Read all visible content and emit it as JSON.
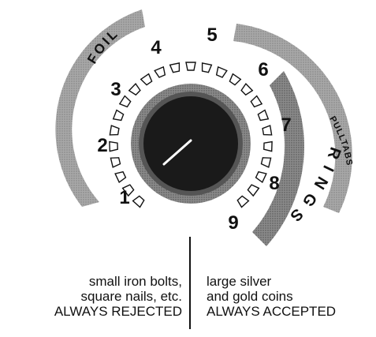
{
  "dial": {
    "numbers": [
      "1",
      "2",
      "3",
      "4",
      "5",
      "6",
      "7",
      "8",
      "9"
    ],
    "bands": {
      "foil": "FOIL",
      "rings": "RINGS",
      "pulltabs": "PULLTABS"
    }
  },
  "captions": {
    "left": {
      "line1": "small iron bolts,",
      "line2": "square nails, etc.",
      "line3": "ALWAYS REJECTED"
    },
    "right": {
      "line1": "large silver",
      "line2": "and gold coins",
      "line3": "ALWAYS ACCEPTED"
    }
  },
  "colors": {
    "band": "#9a9a9a",
    "knob": "#1a1a1a",
    "knob_ring": "#7a7a7a",
    "text": "#111111"
  }
}
